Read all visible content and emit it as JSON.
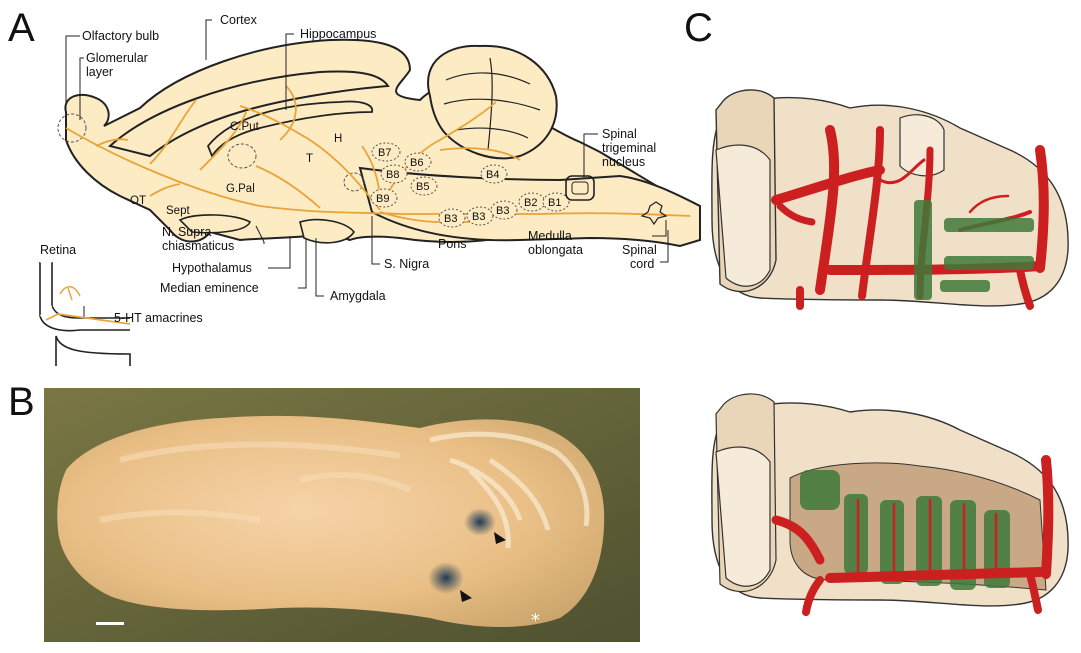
{
  "panels": {
    "a": "A",
    "b": "B",
    "c": "C"
  },
  "panel_a": {
    "labels": {
      "olfactory_bulb": "Olfactory bulb",
      "glomerular_1": "Glomerular",
      "glomerular_2": "layer",
      "cortex": "Cortex",
      "hippocampus": "Hippocampus",
      "c_put": "C.Put",
      "h": "H",
      "t": "T",
      "g_pal": "G.Pal",
      "ot": "OT",
      "sept": "Sept",
      "n_supra_1": "N. Supra",
      "n_supra_2": "chiasmaticus",
      "hypothalamus": "Hypothalamus",
      "median_eminence": "Median eminence",
      "amygdala": "Amygdala",
      "s_nigra": "S. Nigra",
      "pons": "Pons",
      "medulla_1": "Medulla",
      "medulla_2": "oblongata",
      "spinal_trig_1": "Spinal",
      "spinal_trig_2": "trigeminal",
      "spinal_trig_3": "nucleus",
      "spinal_cord_1": "Spinal",
      "spinal_cord_2": "cord",
      "retina": "Retina",
      "ht_amacrines": "5-HT amacrines"
    },
    "nuclei": {
      "b1": "B1",
      "b2": "B2",
      "b3a": "B3",
      "b3b": "B3",
      "b3c": "B3",
      "b4": "B4",
      "b5": "B5",
      "b6": "B6",
      "b7": "B7",
      "b8": "B8",
      "b9": "B9"
    }
  },
  "panel_b": {
    "annotation": "*"
  },
  "colors": {
    "tissue": "#fdebc4",
    "fiber": "#e8a43a",
    "vessel": "#cc1f1f",
    "plexus": "#3f7a3a",
    "photo_bg": "#6b6a3a"
  }
}
